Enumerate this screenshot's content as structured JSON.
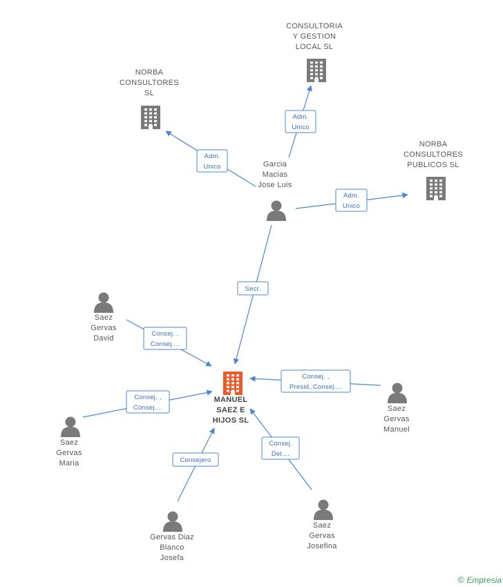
{
  "nodes": [
    {
      "id": "norba",
      "type": "company",
      "lines": [
        "NORBA",
        "CONSULTORES",
        "SL"
      ]
    },
    {
      "id": "consultoria",
      "type": "company",
      "lines": [
        "CONSULTORIA",
        "Y GESTION",
        "LOCAL SL"
      ]
    },
    {
      "id": "norba_publicos",
      "type": "company",
      "lines": [
        "NORBA",
        "CONSULTORES",
        "PUBLICOS  SL"
      ]
    },
    {
      "id": "garcia",
      "type": "person",
      "lines": [
        "Garcia",
        "Macias",
        "Jose Luis"
      ]
    },
    {
      "id": "manuel_saez",
      "type": "company",
      "main": true,
      "lines": [
        "MANUEL",
        "SAEZ E",
        "HIJOS SL"
      ]
    },
    {
      "id": "david",
      "type": "person",
      "lines": [
        "Saez",
        "Gervas",
        "David"
      ]
    },
    {
      "id": "maria",
      "type": "person",
      "lines": [
        "Saez",
        "Gervas",
        "Maria"
      ]
    },
    {
      "id": "manuel_p",
      "type": "person",
      "lines": [
        "Saez",
        "Gervas",
        "Manuel"
      ]
    },
    {
      "id": "josefa",
      "type": "person",
      "lines": [
        "Gervas Diaz",
        "Blanco",
        "Josefa"
      ]
    },
    {
      "id": "josefina",
      "type": "person",
      "lines": [
        "Saez",
        "Gervas",
        "Josefina"
      ]
    }
  ],
  "edges": [
    {
      "from": "garcia",
      "to": "norba",
      "lines": [
        "Adm.",
        "Unico"
      ]
    },
    {
      "from": "garcia",
      "to": "consultoria",
      "lines": [
        "Adm.",
        "Unico"
      ]
    },
    {
      "from": "garcia",
      "to": "norba_publicos",
      "lines": [
        "Adm.",
        "Unico"
      ]
    },
    {
      "from": "garcia",
      "to": "manuel_saez",
      "lines": [
        "Secr."
      ]
    },
    {
      "from": "david",
      "to": "manuel_saez",
      "lines": [
        "Consej. ,",
        "Consej...."
      ]
    },
    {
      "from": "maria",
      "to": "manuel_saez",
      "lines": [
        "Consej. ,",
        "Consej...."
      ]
    },
    {
      "from": "manuel_p",
      "to": "manuel_saez",
      "lines": [
        "Consej. ,",
        "Presid.,Consej...."
      ]
    },
    {
      "from": "josefa",
      "to": "manuel_saez",
      "lines": [
        "Consejero"
      ]
    },
    {
      "from": "josefina",
      "to": "manuel_saez",
      "lines": [
        "Consej.",
        "Del...."
      ]
    }
  ],
  "colors": {
    "main_company": "#f05a28",
    "company": "#7a7a7a",
    "person": "#7a7a7a",
    "edge": "#4a86d6"
  },
  "watermark": {
    "symbol": "©",
    "text": "Empresia"
  }
}
